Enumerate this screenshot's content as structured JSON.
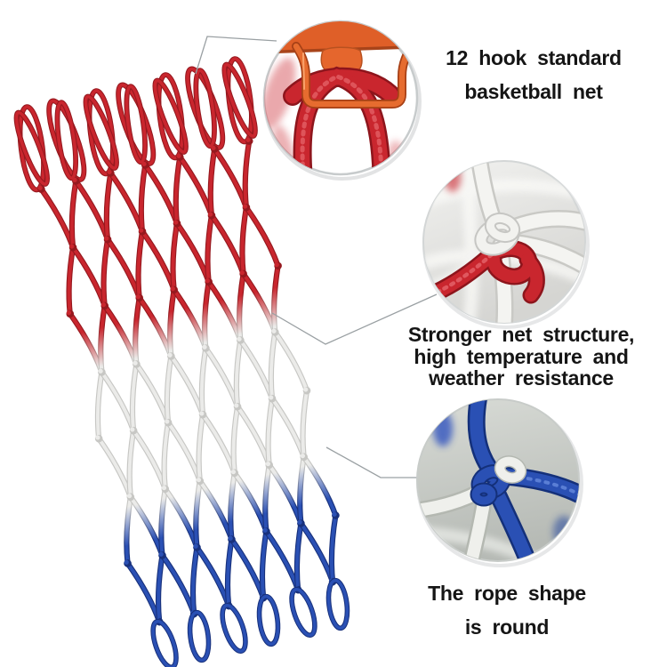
{
  "captions": {
    "hook": {
      "lines": [
        "12 hook standard",
        "basketball net"
      ]
    },
    "structure": {
      "lines": [
        "Stronger net structure,",
        "high temperature and",
        "weather resistance"
      ]
    },
    "rope": {
      "lines": [
        "The rope shape",
        "is round"
      ]
    }
  },
  "colors": {
    "background": "#ffffff",
    "text": "#151515",
    "connector_line": "#9aa0a3",
    "net_red": "#c9262e",
    "net_red_dark": "#96181e",
    "net_white": "#ebebe9",
    "net_white_dark": "#c7c7c4",
    "net_blue": "#2a50b4",
    "net_blue_dark": "#18317c",
    "rim_orange": "#df5f28"
  }
}
